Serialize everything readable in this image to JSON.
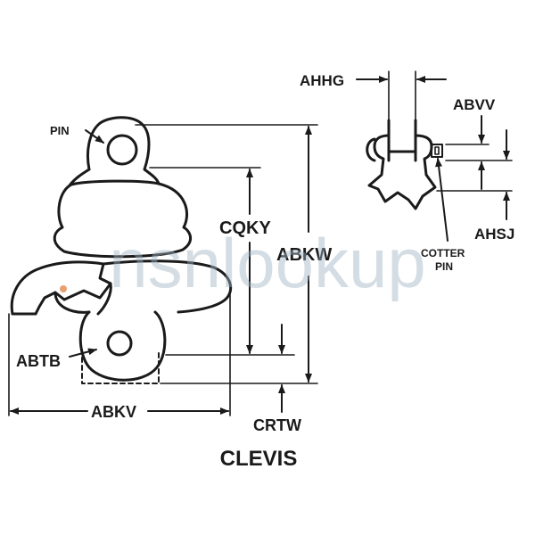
{
  "colors": {
    "ink": "#1a1a1a",
    "watermark": "#9fb3c4",
    "accent": "#e8a070"
  },
  "watermark": "nsnlookup",
  "title": "CLEVIS",
  "labels": {
    "pin": "PIN",
    "cqky": "CQKY",
    "abkw": "ABKW",
    "abtb": "ABTB",
    "abkv": "ABKV",
    "crtw": "CRTW",
    "ahhg": "AHHG",
    "abvv": "ABVV",
    "ahsj": "AHSJ",
    "cotter_1": "COTTER",
    "cotter_2": "PIN"
  }
}
